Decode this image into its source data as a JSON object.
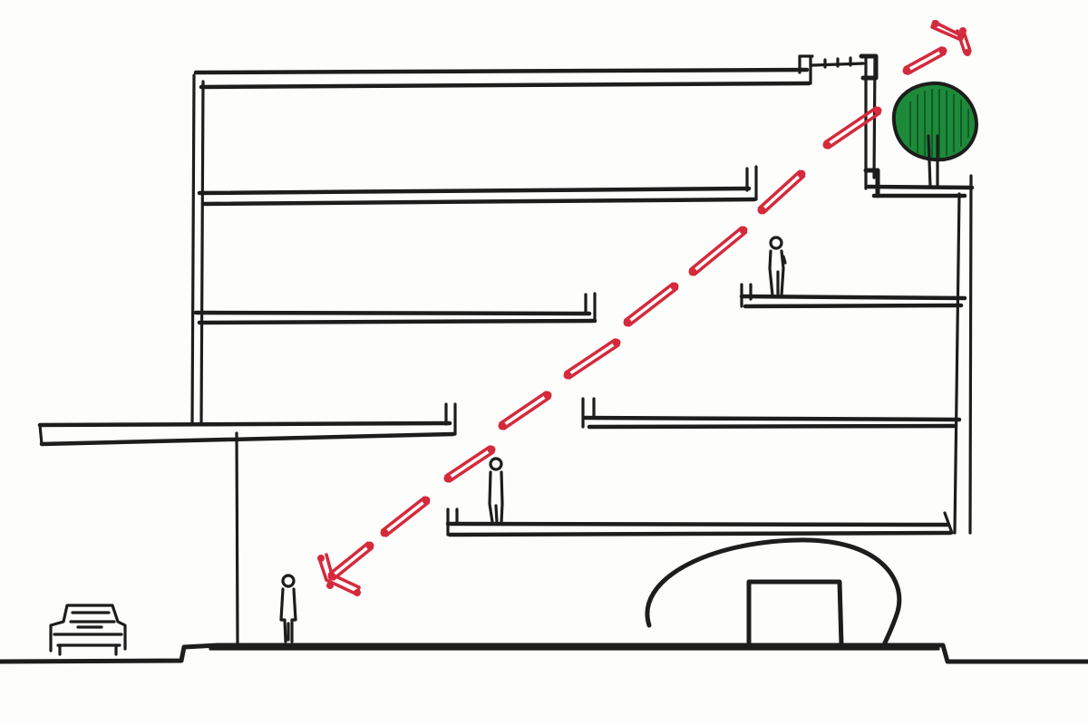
{
  "diagram": {
    "colors": {
      "paper": "#fdfdfb",
      "ink": "#1c1d1c",
      "sightline": "#d42a3c",
      "foliage": "#1d8a3a"
    },
    "elements": [
      "building-section",
      "floor-slabs",
      "sightline-arrow",
      "rooftop-tree",
      "human-figures",
      "car",
      "vaulted-entrance",
      "ground-line"
    ]
  }
}
